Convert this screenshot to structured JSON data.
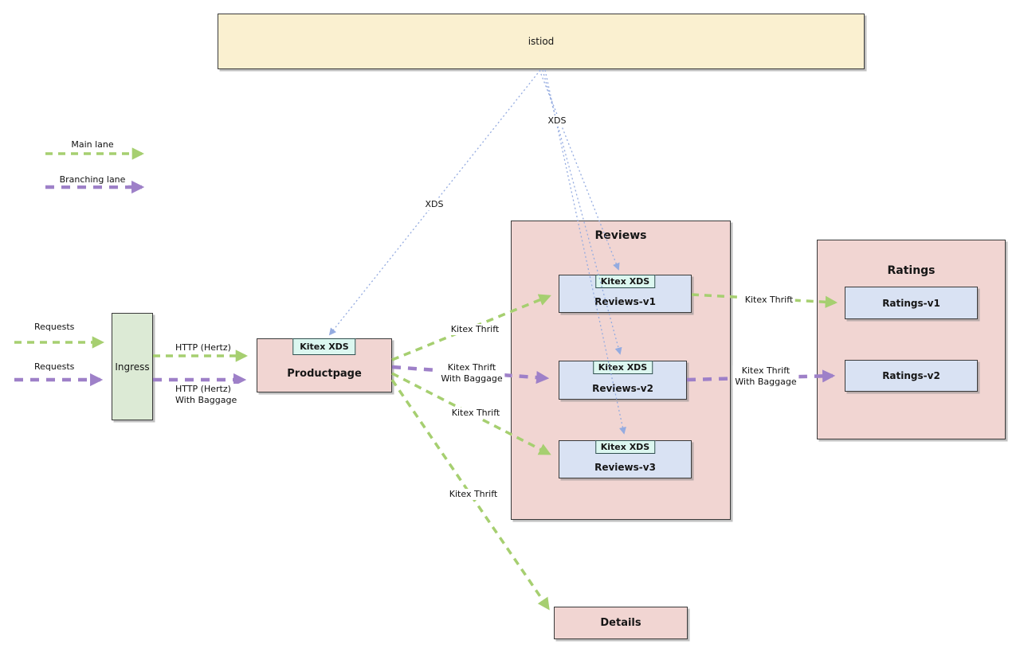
{
  "colors": {
    "main_lane_green": "#a6cf70",
    "branching_lane_purple": "#9e80c8",
    "xds_line_blue": "#94abe0",
    "istiod_fill": "#faf0d0",
    "container_pink": "#f1d5d2",
    "service_blue": "#d9e2f3",
    "badge_mint": "#dcf7f0",
    "ingress_green": "#dcead5"
  },
  "legend": {
    "main_lane": "Main lane",
    "branching_lane": "Branching lane"
  },
  "nodes": {
    "istiod": "istiod",
    "ingress": "Ingress",
    "productpage": "Productpage",
    "details": "Details",
    "kitex_xds_badge": "Kitex XDS",
    "reviews_title": "Reviews",
    "reviews_v1": "Reviews-v1",
    "reviews_v2": "Reviews-v2",
    "reviews_v3": "Reviews-v3",
    "ratings_title": "Ratings",
    "ratings_v1": "Ratings-v1",
    "ratings_v2": "Ratings-v2"
  },
  "edge_labels": {
    "requests_main": "Requests",
    "requests_branching": "Requests",
    "http_hertz": "HTTP (Hertz)",
    "http_hertz_with_baggage": "HTTP (Hertz)\nWith Baggage",
    "xds_to_productpage": "XDS",
    "xds_to_reviews": "XDS",
    "kitex_thrift_to_reviews_v1": "Kitex Thrift",
    "kitex_thrift_with_baggage_to_reviews_v2": "Kitex Thrift\nWith Baggage",
    "kitex_thrift_to_reviews_v3": "Kitex Thrift",
    "kitex_thrift_to_details": "Kitex Thrift",
    "kitex_thrift_to_ratings_v1": "Kitex Thrift",
    "kitex_thrift_with_baggage_to_ratings_v2": "Kitex Thrift\nWith Baggage"
  }
}
